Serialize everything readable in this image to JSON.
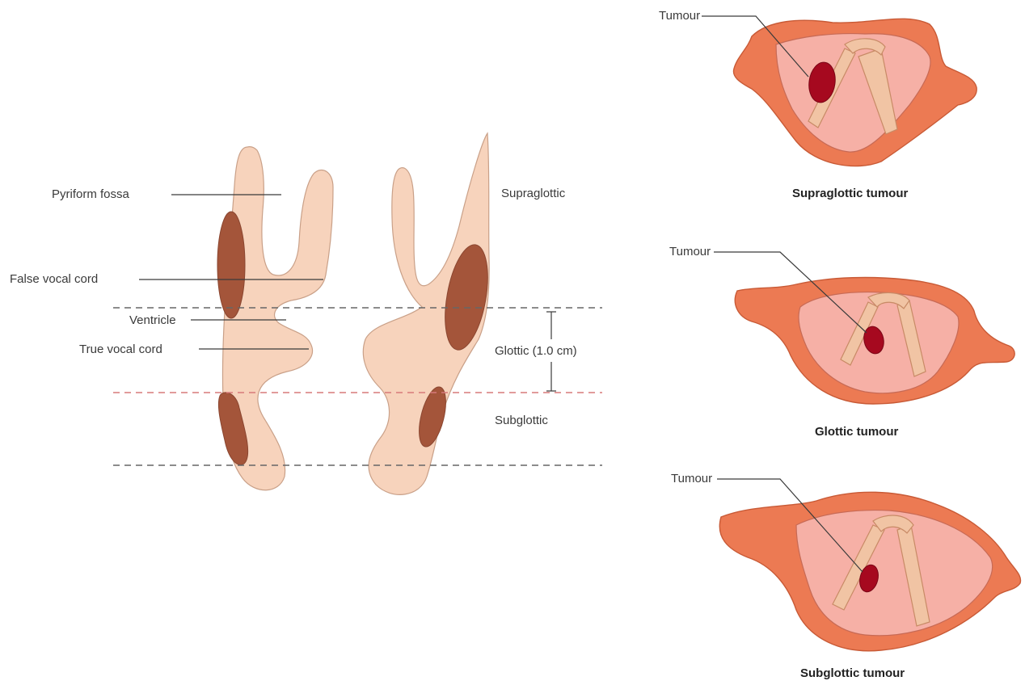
{
  "labels": {
    "pyriform_fossa": "Pyriform fossa",
    "false_vocal_cord": "False vocal cord",
    "ventricle": "Ventricle",
    "true_vocal_cord": "True vocal cord",
    "supraglottic": "Supraglottic",
    "glottic": "Glottic (1.0 cm)",
    "subglottic": "Subglottic"
  },
  "panels": [
    {
      "tumour_label": "Tumour",
      "caption": "Supraglottic tumour"
    },
    {
      "tumour_label": "Tumour",
      "caption": "Glottic tumour"
    },
    {
      "tumour_label": "Tumour",
      "caption": "Subglottic tumour"
    }
  ],
  "colors": {
    "tissue": "#f7d3bc",
    "brown_tumour": "#a4553a",
    "rim": "#ec7a53",
    "cavity": "#f6b0a6",
    "red_tumour": "#a6091f"
  }
}
